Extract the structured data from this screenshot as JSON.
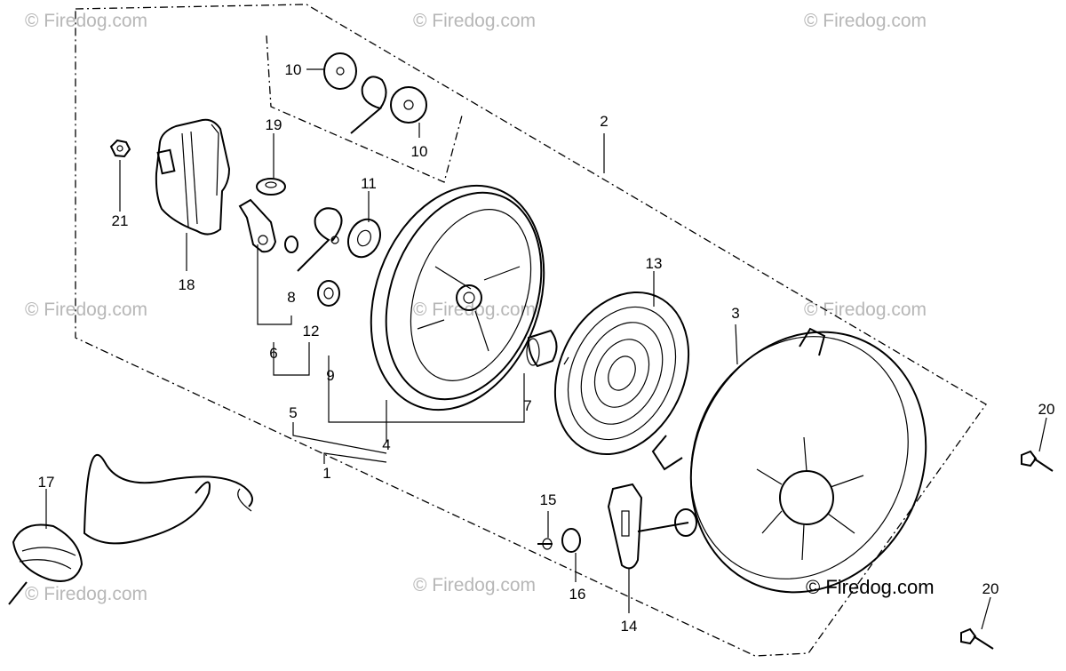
{
  "diagram": {
    "credit": "© Firedog.com",
    "watermark_text": "© Firedog.com",
    "callouts": {
      "c1": "1",
      "c2": "2",
      "c3": "3",
      "c4": "4",
      "c5": "5",
      "c6": "6",
      "c7": "7",
      "c8": "8",
      "c9": "9",
      "c10a": "10",
      "c10b": "10",
      "c11": "11",
      "c12": "12",
      "c13": "13",
      "c14": "14",
      "c15": "15",
      "c16": "16",
      "c17": "17",
      "c18": "18",
      "c19": "19",
      "c20a": "20",
      "c20b": "20",
      "c21": "21"
    }
  }
}
